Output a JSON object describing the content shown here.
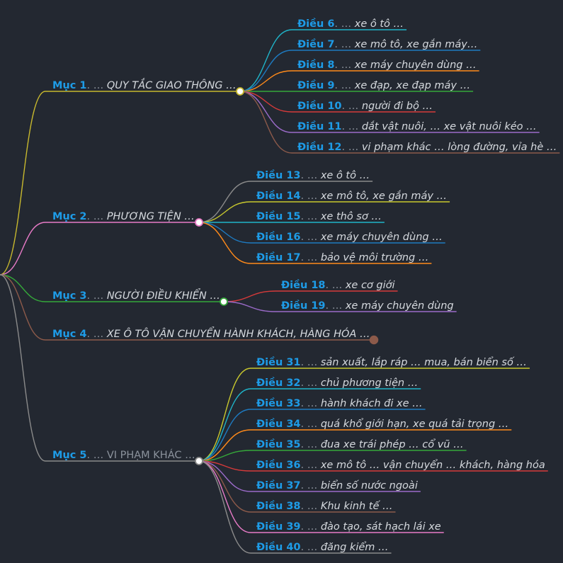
{
  "colors": {
    "background": "#232831",
    "label_number": "#1e9be6",
    "label_text": "#d5d9de",
    "muted_text": "#8b929c"
  },
  "sections": [
    {
      "number": "Mục 1",
      "sep": ". …",
      "text": "QUY TẮC GIAO THÔNG …",
      "italic": true,
      "color": "#c8b92e",
      "node": "hollow",
      "children": [
        {
          "number": "Điều 6",
          "sep": ". …",
          "text": "xe ô tô …",
          "color": "#1fb4c9"
        },
        {
          "number": "Điều 7",
          "sep": ". …",
          "text": "xe mô tô, xe gắn máy…",
          "color": "#1e7ac0"
        },
        {
          "number": "Điều 8",
          "sep": ". …",
          "text": "xe máy chuyên dùng …",
          "color": "#ff8a1a"
        },
        {
          "number": "Điều 9",
          "sep": ". …",
          "text": "xe đạp, xe đạp máy …",
          "color": "#35a83a"
        },
        {
          "number": "Điều 10",
          "sep": ". …",
          "text": "người đi bộ …",
          "color": "#d63a3a"
        },
        {
          "number": "Điều 11",
          "sep": ". …",
          "text": "dắt vật nuôi, … xe vật nuôi kéo …",
          "color": "#9b6bc9"
        },
        {
          "number": "Điều 12",
          "sep": ". …",
          "text": "vi phạm khác … lòng đường, vỉa hè …",
          "color": "#8c5a4a"
        }
      ]
    },
    {
      "number": "Mục 2",
      "sep": ". …",
      "text": "PHƯƠNG TIỆN …",
      "italic": true,
      "color": "#e87bc7",
      "node": "hollow",
      "children": [
        {
          "number": "Điều 13",
          "sep": ". …",
          "text": "xe ô tô …",
          "color": "#8a8a8a"
        },
        {
          "number": "Điều 14",
          "sep": ". …",
          "text": "xe mô tô, xe gắn máy …",
          "color": "#c8c82e"
        },
        {
          "number": "Điều 15",
          "sep": ". …",
          "text": "xe thô sơ …",
          "color": "#1fb4c9"
        },
        {
          "number": "Điều 16",
          "sep": ". …",
          "text": "xe máy chuyên dùng …",
          "color": "#1e7ac0"
        },
        {
          "number": "Điều 17",
          "sep": ". …",
          "text": "bảo vệ môi trường …",
          "color": "#ff8a1a"
        }
      ]
    },
    {
      "number": "Mục 3",
      "sep": ". …",
      "text": "NGƯỜI ĐIỀU KHIỂN …",
      "italic": true,
      "color": "#35a83a",
      "node": "hollow",
      "children": [
        {
          "number": "Điều 18",
          "sep": ". …",
          "text": "xe cơ giới",
          "color": "#d63a3a"
        },
        {
          "number": "Điều 19",
          "sep": ". …",
          "text": "xe máy chuyên dùng",
          "color": "#9b6bc9"
        }
      ]
    },
    {
      "number": "Mục 4",
      "sep": ". …",
      "text": "XE Ô TÔ VẬN CHUYỂN HÀNH KHÁCH, HÀNG HÓA …",
      "italic": true,
      "color": "#8c5a4a",
      "node": "filled",
      "children": []
    },
    {
      "number": "Mục 5",
      "sep": ". …",
      "text": "VI PHẠM KHÁC …",
      "italic": false,
      "color": "#8a8a8a",
      "node": "hollow",
      "children": [
        {
          "number": "Điều 31",
          "sep": ". …",
          "text": "sản xuất, lắp ráp … mua, bán biển số …",
          "color": "#c8c82e"
        },
        {
          "number": "Điều 32",
          "sep": ". …",
          "text": "chủ phương tiện …",
          "color": "#1fb4c9"
        },
        {
          "number": "Điều 33",
          "sep": ". …",
          "text": "hành khách đi xe …",
          "color": "#1e7ac0"
        },
        {
          "number": "Điều 34",
          "sep": ". …",
          "text": "quá khổ giới hạn, xe quá tải trọng …",
          "color": "#ff8a1a"
        },
        {
          "number": "Điều 35",
          "sep": ". …",
          "text": "đua xe trái phép … cổ vũ …",
          "color": "#35a83a"
        },
        {
          "number": "Điều 36",
          "sep": ". …",
          "text": "xe mô tô … vận chuyển … khách, hàng hóa",
          "color": "#d63a3a"
        },
        {
          "number": "Điều 37",
          "sep": ". …",
          "text": "biển số nước ngoài",
          "color": "#9b6bc9"
        },
        {
          "number": "Điều 38",
          "sep": ". …",
          "text": "Khu kinh tế …",
          "color": "#8c5a4a"
        },
        {
          "number": "Điều 39",
          "sep": ". …",
          "text": "đào tạo, sát hạch lái xe",
          "color": "#e87bc7"
        },
        {
          "number": "Điều 40",
          "sep": ". …",
          "text": "đăng kiểm …",
          "color": "#8a8a8a"
        }
      ]
    }
  ]
}
